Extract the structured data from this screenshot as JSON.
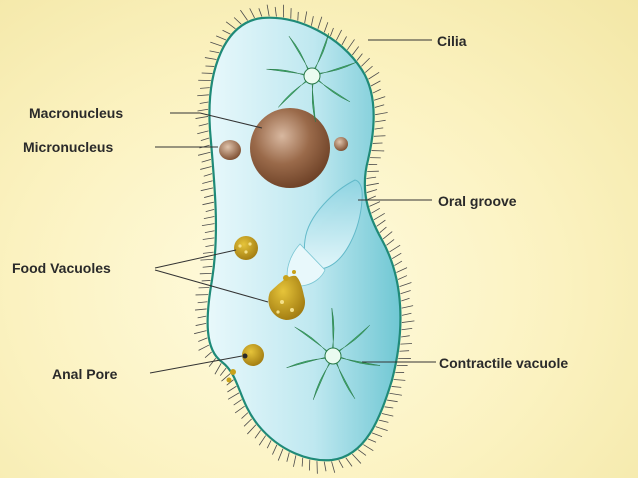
{
  "labels": {
    "cilia": "Cilia",
    "macronucleus": "Macronucleus",
    "micronucleus": "Micronucleus",
    "oral_groove": "Oral groove",
    "food_vacuoles": "Food Vacuoles",
    "anal_pore": "Anal Pore",
    "contractile_vacuole": "Contractile vacuole"
  },
  "colors": {
    "background": "#fbf2c0",
    "cell_body": "#bfe8f0",
    "cell_edge": "#1f8a78",
    "nucleus": "#8b5a3c",
    "food_vacuole": "#c9a21a",
    "contractile_vacuole": "#3fa86a"
  }
}
